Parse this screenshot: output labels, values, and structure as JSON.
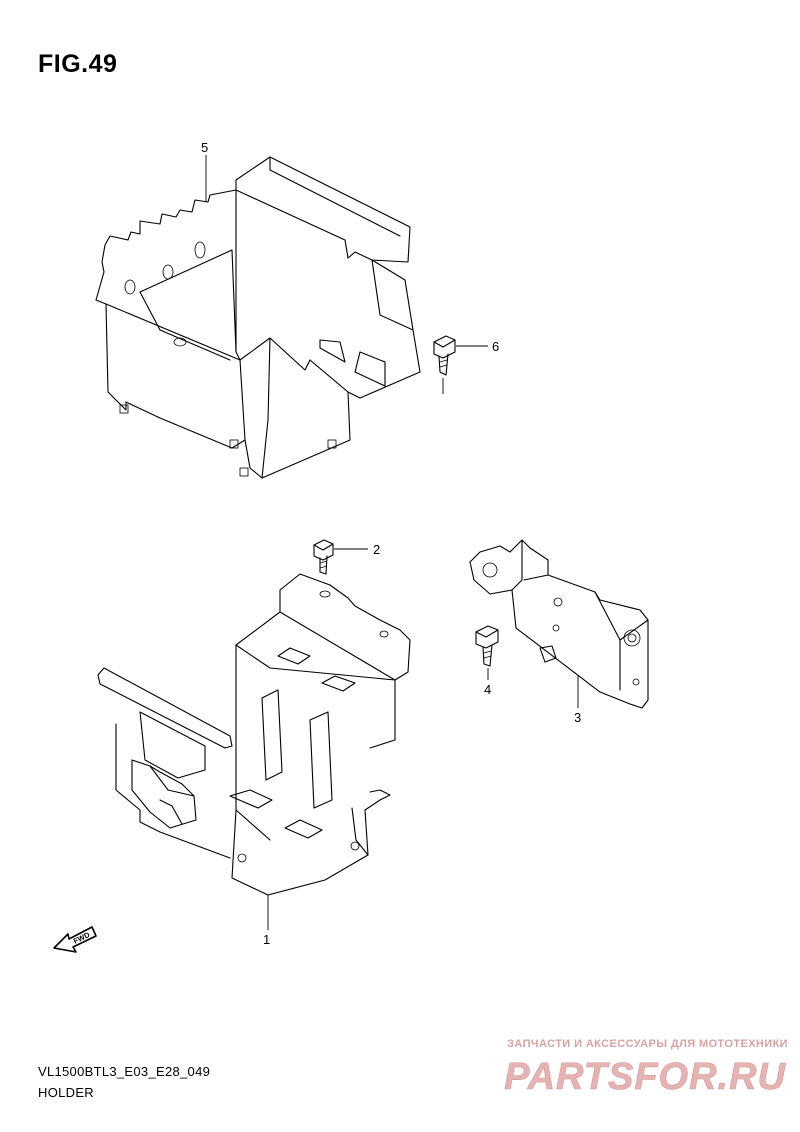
{
  "figure": {
    "title": "FIG.49"
  },
  "callouts": [
    {
      "id": "1",
      "label": "1"
    },
    {
      "id": "2",
      "label": "2"
    },
    {
      "id": "3",
      "label": "3"
    },
    {
      "id": "4",
      "label": "4"
    },
    {
      "id": "5",
      "label": "5"
    },
    {
      "id": "6",
      "label": "6"
    }
  ],
  "direction_badge": "FWD",
  "footer": {
    "model_code": "VL1500BTL3_E03_E28_049",
    "part_name": "HOLDER"
  },
  "watermark": {
    "tagline": "ЗАПЧАСТИ И АКСЕССУАРЫ ДЛЯ МОТОТЕХНИКИ",
    "logo_text": "PARTSFOR.RU",
    "color": "#e6b3b3"
  }
}
